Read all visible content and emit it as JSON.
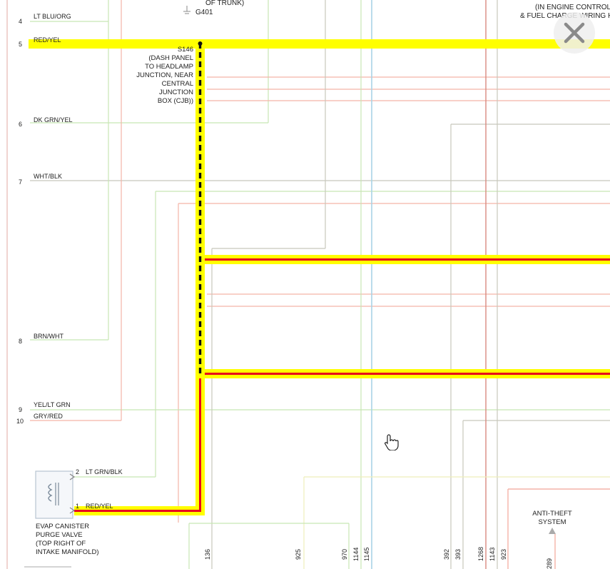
{
  "colors": {
    "highlight": "#ffff00",
    "wire_red": "#e8001c",
    "pink": "#f4b4a8",
    "green": "#c8e6b4",
    "gray": "#c8c8bc",
    "dark_red": "#d88a80",
    "blue": "#a8d4e6"
  },
  "top_notes": {
    "trunk": "OF TRUNK)",
    "ground": "G401",
    "engine_control_1": "(IN ENGINE CONTROL",
    "engine_control_2": "& FUEL CHARGE WIRING H"
  },
  "pins": [
    {
      "num": "4",
      "label": "LT BLU/ORG"
    },
    {
      "num": "5",
      "label": "RED/YEL"
    },
    {
      "num": "6",
      "label": "DK GRN/YEL"
    },
    {
      "num": "7",
      "label": "WHT/BLK"
    },
    {
      "num": "8",
      "label": "BRN/WHT"
    },
    {
      "num": "9",
      "label": "YEL/LT GRN"
    },
    {
      "num": "10",
      "label": "GRY/RED"
    }
  ],
  "splice": {
    "id": "S146",
    "lines": [
      "(DASH PANEL",
      "TO HEADLAMP",
      "JUNCTION, NEAR",
      "CENTRAL",
      "JUNCTION",
      "BOX (CJB))"
    ]
  },
  "evap": {
    "pin2": "2",
    "pin2_label": "LT GRN/BLK",
    "pin1": "1",
    "pin1_label": "RED/YEL",
    "caption": [
      "EVAP CANISTER",
      "PURGE VALVE",
      "(TOP RIGHT OF",
      "INTAKE MANIFOLD)"
    ]
  },
  "anti_theft": [
    "ANTI-THEFT",
    "SYSTEM"
  ],
  "circuit_numbers": [
    "136",
    "925",
    "970",
    "1144",
    "1145",
    "392",
    "393",
    "1268",
    "1143",
    "923",
    "289"
  ]
}
